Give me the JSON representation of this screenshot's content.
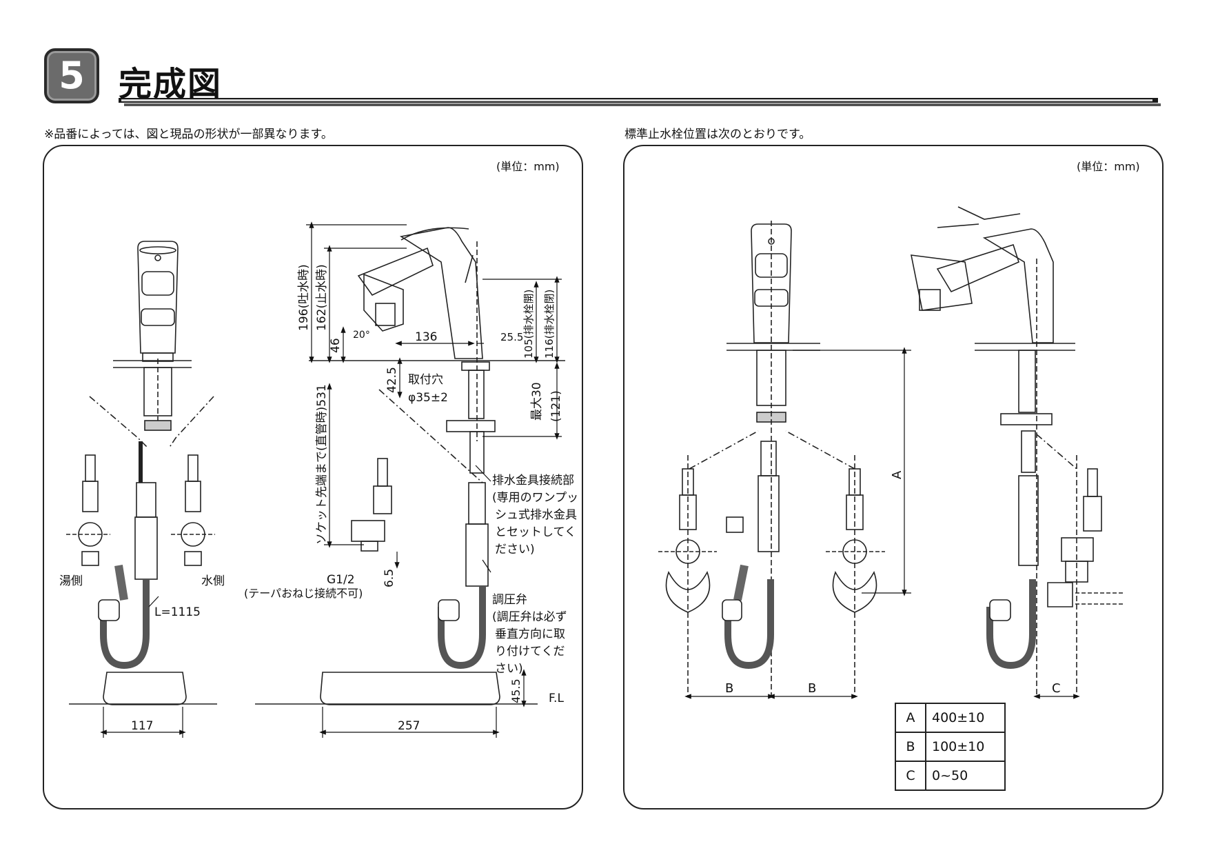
{
  "header": {
    "section_number": "5",
    "title": "完成図"
  },
  "left_panel": {
    "note": "※品番によっては、図と現品の形状が一部異なります。",
    "unit": "(単位：mm)",
    "labels": {
      "hot_side": "湯側",
      "cold_side": "水側",
      "hose_length": "L=1115",
      "dim_196": "196(吐水時)",
      "dim_162": "162(止水時)",
      "dim_46": "46",
      "angle_20": "20°",
      "dim_136": "136",
      "dim_25_5": "25.5",
      "dim_105": "105(排水栓開)",
      "dim_116": "116(排水栓閉)",
      "dim_42_5": "42.5",
      "mount_hole": "取付穴",
      "mount_hole_dia": "φ35±2",
      "max_30": "最大30",
      "dim_121": "(121)",
      "socket_531": "ソケット先端まで(直管時)531",
      "dim_6_5": "6.5",
      "g12": "G1/2",
      "taper_note": "(テーパおねじ接続不可)",
      "drain_1": "排水金具接続部",
      "drain_2": "(専用のワンプッ",
      "drain_3": "シュ式排水金具",
      "drain_4": "とセットしてく",
      "drain_5": "ださい)",
      "reg_1": "調圧弁",
      "reg_2": "(調圧弁は必ず",
      "reg_3": "垂直方向に取",
      "reg_4": "り付けてくだ",
      "reg_5": "さい)",
      "dim_45_5": "45.5",
      "fl": "F.L",
      "dim_117": "117",
      "dim_257": "257"
    }
  },
  "right_panel": {
    "note": "標準止水栓位置は次のとおりです。",
    "unit": "(単位：mm)",
    "labels": {
      "a": "A",
      "b1": "B",
      "b2": "B",
      "c": "C"
    },
    "spec_table": [
      {
        "key": "A",
        "value": "400±10"
      },
      {
        "key": "B",
        "value": "100±10"
      },
      {
        "key": "C",
        "value": "0~50"
      }
    ]
  }
}
